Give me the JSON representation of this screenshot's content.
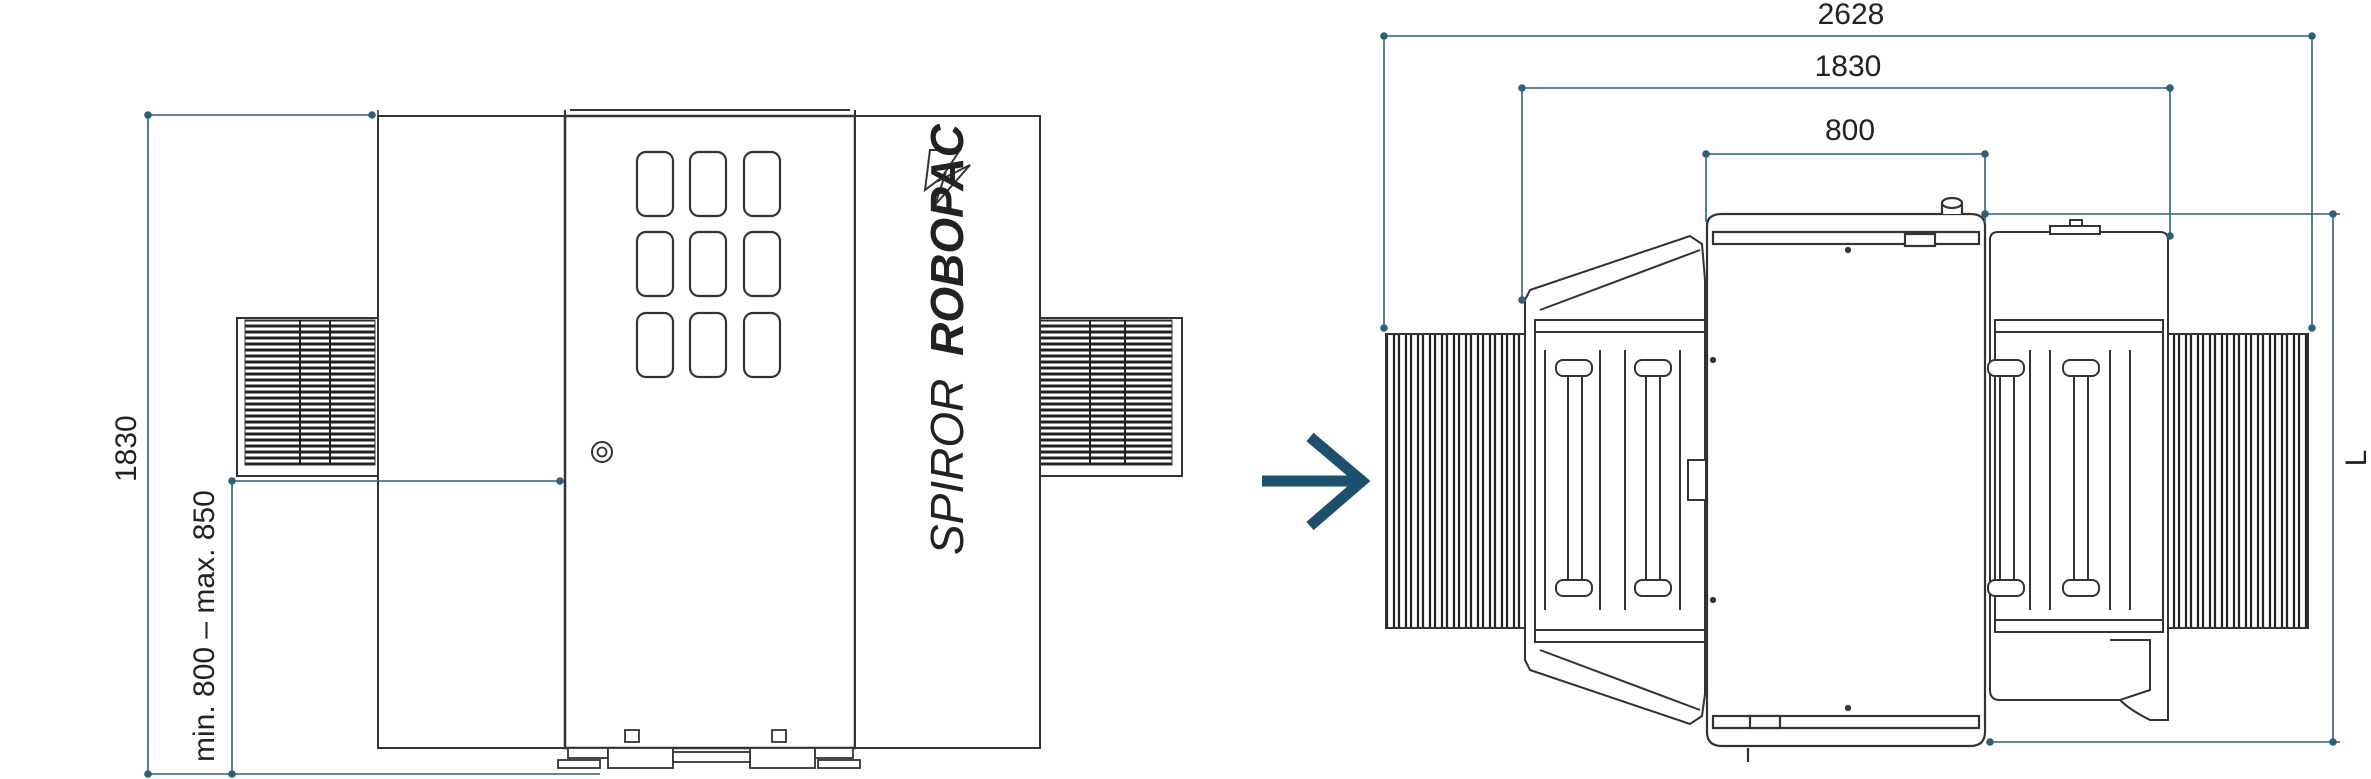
{
  "front_view": {
    "dim_height": "1830",
    "dim_work_height": "min. 800 – max. 850",
    "brand_light": "SPIROR",
    "brand_bold": "ROBOPAC"
  },
  "top_view": {
    "dim_overall_width": "2628",
    "dim_frame_width": "1830",
    "dim_inner_width": "800",
    "dim_length": "L"
  },
  "colors": {
    "dimension_line": "#2e5f7f",
    "arrow": "#1d4f6e",
    "outline": "#333333"
  },
  "icons": [
    "direction-arrow-icon",
    "robopac-logo-icon"
  ]
}
